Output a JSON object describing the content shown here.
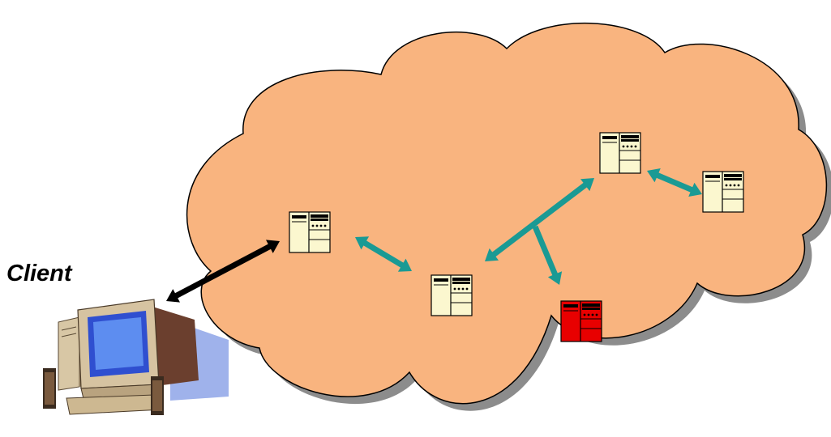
{
  "client_label": "Client",
  "colors": {
    "cloud_fill": "#f9b47f",
    "cloud_shadow": "#8c8c8c",
    "cloud_stroke": "#000000",
    "link_arrow": "#1a9a94",
    "client_arrow": "#000000",
    "server_normal": "#fbf7cf",
    "server_highlight": "#e80000"
  },
  "nodes": [
    {
      "id": "server-entry",
      "state": "normal"
    },
    {
      "id": "server-center",
      "state": "normal"
    },
    {
      "id": "server-top",
      "state": "normal"
    },
    {
      "id": "server-right",
      "state": "normal"
    },
    {
      "id": "server-red",
      "state": "highlighted"
    }
  ],
  "links": [
    {
      "from": "client",
      "to": "server-entry"
    },
    {
      "from": "server-entry",
      "to": "server-center"
    },
    {
      "from": "server-center",
      "to": "server-top"
    },
    {
      "from": "server-top",
      "to": "server-right"
    },
    {
      "from": "server-center",
      "to": "server-red"
    }
  ]
}
